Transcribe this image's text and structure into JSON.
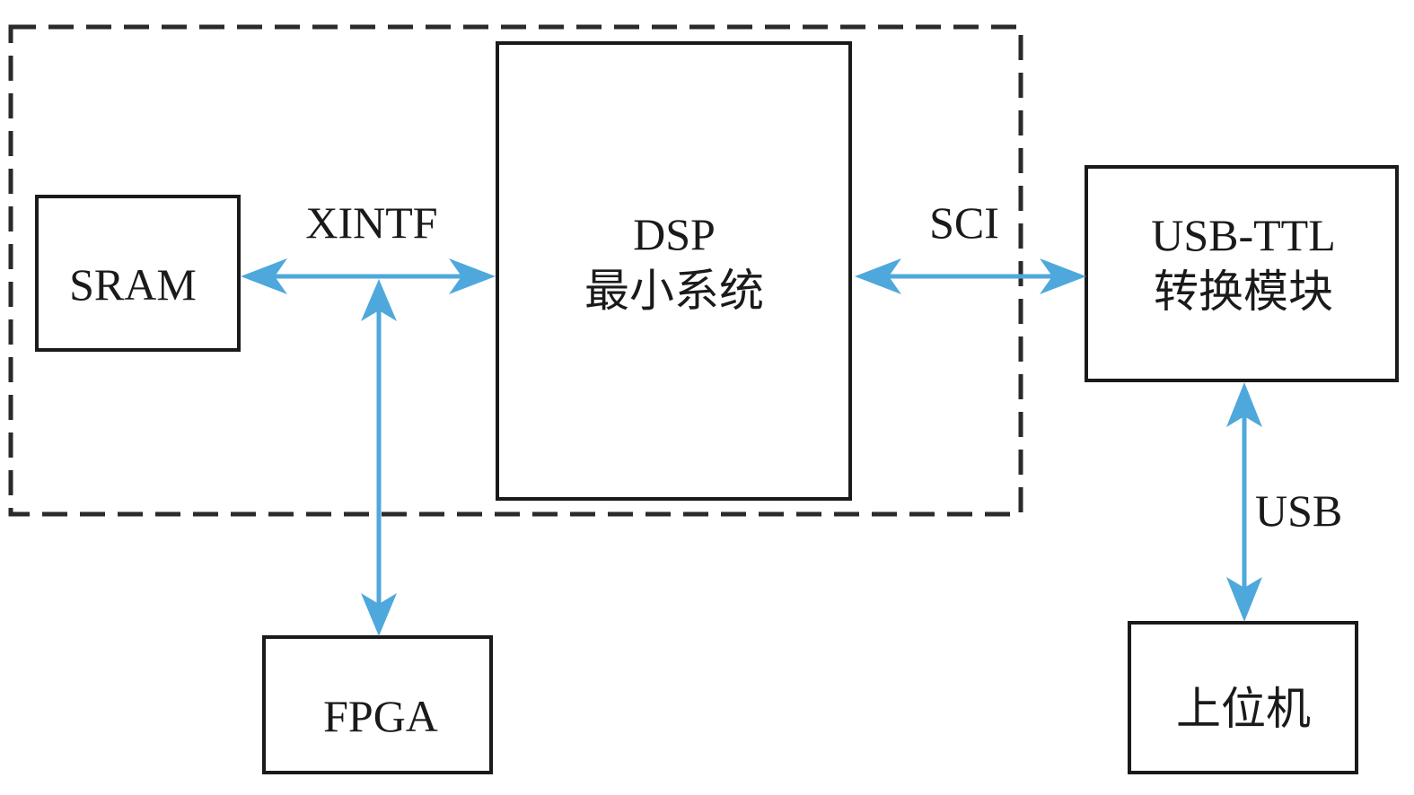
{
  "diagram": {
    "blocks": {
      "sram": {
        "label": "SRAM"
      },
      "dsp": {
        "line1": "DSP",
        "line2": "最小系统"
      },
      "usb_ttl": {
        "line1": "USB-TTL",
        "line2": "转换模块"
      },
      "fpga": {
        "label": "FPGA"
      },
      "host": {
        "label": "上位机"
      }
    },
    "connections": {
      "xintf": {
        "label": "XINTF",
        "from": "SRAM",
        "to": "DSP 最小系统",
        "direction": "bidirectional"
      },
      "fpga_bus": {
        "from": "FPGA",
        "to": "XINTF",
        "direction": "bidirectional"
      },
      "sci": {
        "label": "SCI",
        "from": "DSP 最小系统",
        "to": "USB-TTL 转换模块",
        "direction": "bidirectional"
      },
      "usb": {
        "label": "USB",
        "from": "USB-TTL 转换模块",
        "to": "上位机",
        "direction": "bidirectional"
      }
    },
    "colors": {
      "connector": "#4fa8dc",
      "border": "#1a1a1a",
      "group_border": "#2a2a2a"
    }
  }
}
